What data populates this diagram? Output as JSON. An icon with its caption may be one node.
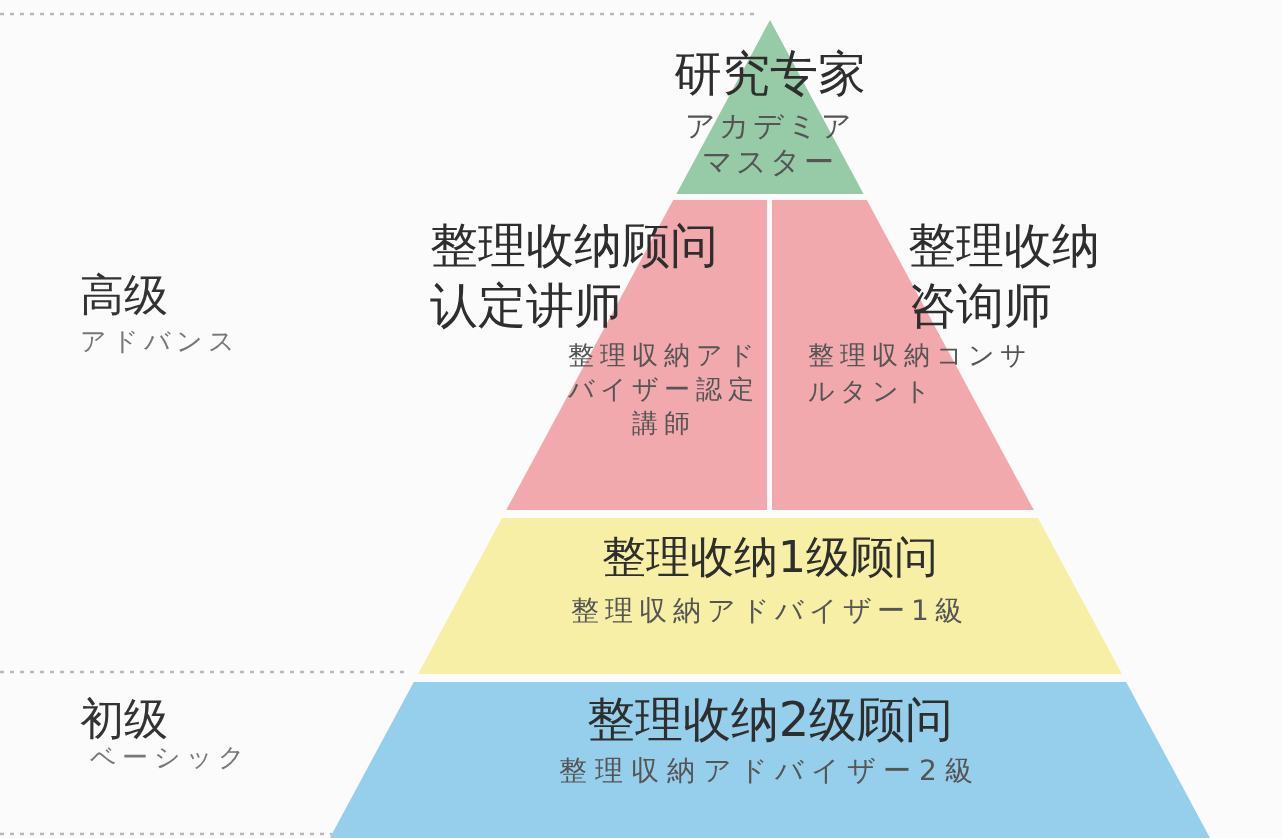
{
  "diagram": {
    "nodes": [
      {
        "text": [
          "研究专家",
          "アカデミアマスター"
        ]
      },
      {
        "text": [
          "整理收纳顾问认定讲师",
          "整理収納アドバイザー認定講師"
        ]
      },
      {
        "text": [
          "整理收纳咨询师",
          "整理収納コンサルタント"
        ]
      },
      {
        "text": [
          "整理收纳1级顾问",
          "整理収納アドバイザー1級"
        ]
      },
      {
        "text": [
          "整理收纳2级顾问",
          "整理収納アドバイザー2級"
        ]
      }
    ],
    "labels": [
      "高级",
      "アドバンス",
      "初级",
      "ベーシック"
    ]
  }
}
